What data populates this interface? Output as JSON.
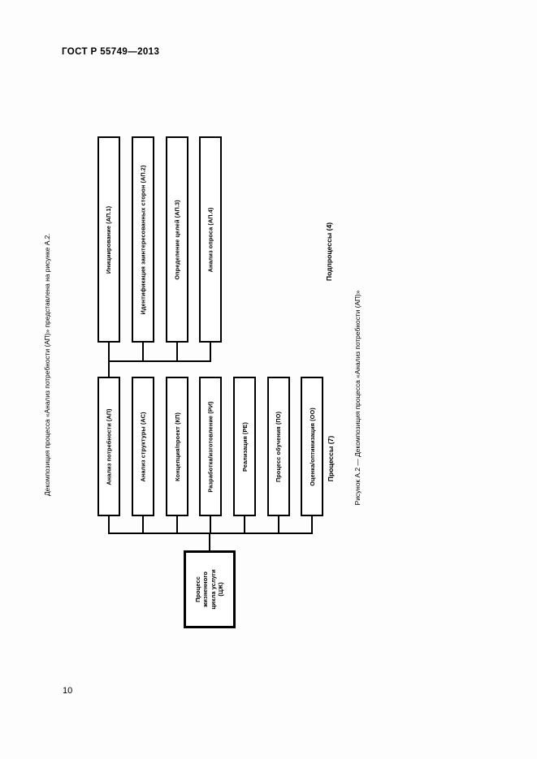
{
  "document": {
    "header": "ГОСТ Р 55749—2013",
    "page_number": "10",
    "lead_text": "Декомпозиция процесса «Анализ потребности (АП)» представлена на рисунке А.2.",
    "figure_caption": "Рисунок А.2 — Декомпозиция процесса «Анализ потребности (АП)»"
  },
  "figure": {
    "group_labels": {
      "subprocesses": "Подпроцессы (4)",
      "processes": "Процессы (7)"
    },
    "subprocesses": [
      {
        "label": "Инициирование (АП.1)"
      },
      {
        "label": "Идентификация заинтересованных сторон (АП.2)"
      },
      {
        "label": "Определение целей (АП.3)"
      },
      {
        "label": "Анализ опроса (АП.4)"
      }
    ],
    "processes": [
      {
        "label": "Анализ потребности (АП)"
      },
      {
        "label": "Анализ структуры (АС)"
      },
      {
        "label": "Концепция/проект (КП)"
      },
      {
        "label": "Разработка/изготовление (РИ)"
      },
      {
        "label": "Реализация (РЕ)"
      },
      {
        "label": "Процесс обучения (ПО)"
      },
      {
        "label": "Оценка/оптимизация (ОО)"
      }
    ],
    "terminal": {
      "label": "Процесс жизненного цикла услуги (ЦЖ)"
    },
    "colors": {
      "stroke": "#000000",
      "fill": "#ffffff",
      "text": "#000000"
    }
  }
}
